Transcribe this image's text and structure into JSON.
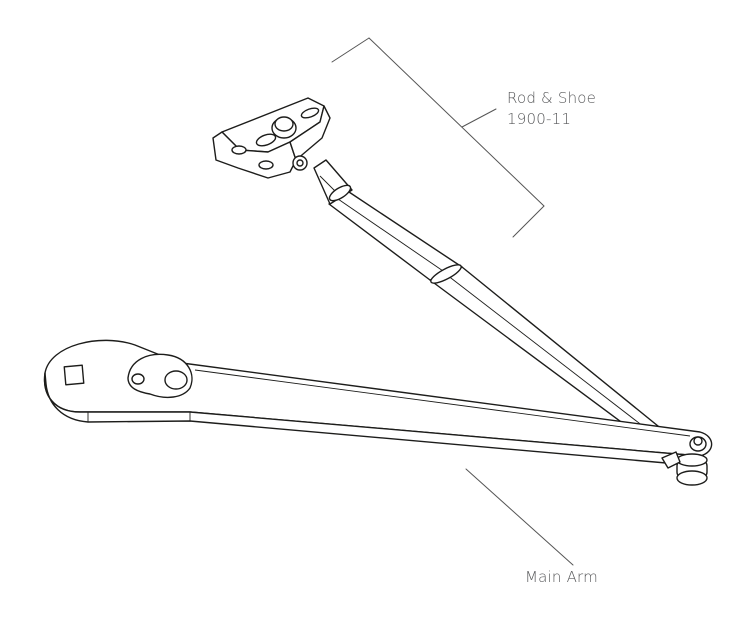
{
  "diagram": {
    "callouts": [
      {
        "name": "Rod & Shoe",
        "part_number": "1900-11"
      },
      {
        "name": "Main Arm"
      }
    ]
  },
  "colors": {
    "line": "#1d1d1b",
    "leader": "#555555",
    "label": "#58595b",
    "fill": "#ffffff"
  }
}
